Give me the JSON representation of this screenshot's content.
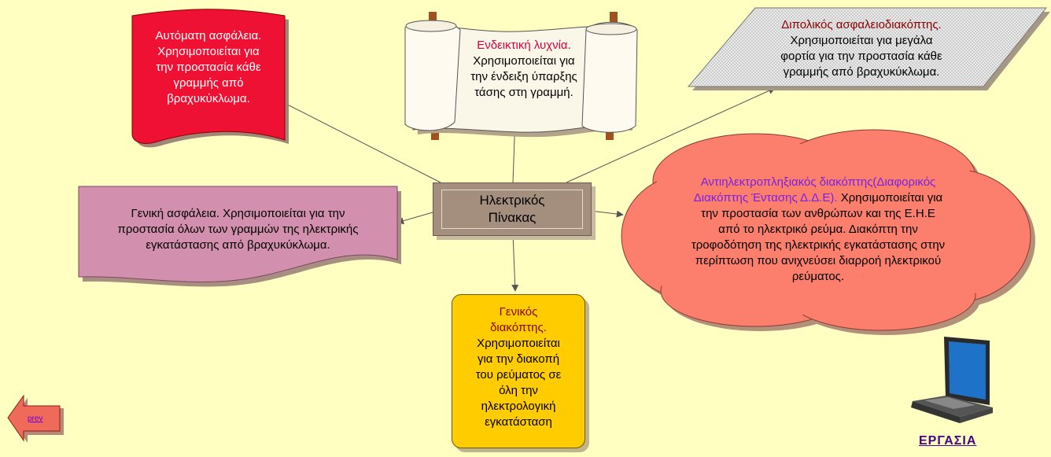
{
  "center": {
    "line1": "Ηλεκτρικός",
    "line2": "Πίνακας"
  },
  "nodes": {
    "automati": {
      "title": "Αυτόματη ασφάλεια.",
      "lines": [
        "Χρησιμοποιείται για",
        "την προστασία κάθε",
        "γραμμής από",
        "βραχυκύκλωμα."
      ]
    },
    "endeiktiki": {
      "title": "Ενδεικτική λυχνία.",
      "lines": [
        "Χρησιμοποιείται για",
        "την ένδειξη ύπαρξης",
        "τάσης στη γραμμή."
      ]
    },
    "dipolikos": {
      "title": "Διπολικός ασφαλειοδιακόπτης.",
      "lines": [
        "Χρησιμοποιείται για μεγάλα",
        "φορτία για την προστασία κάθε",
        "γραμμής από βραχυκύκλωμα."
      ]
    },
    "geniki": {
      "lines": [
        "Γενική ασφάλεια. Χρησιμοποιείται για την",
        "προστασία όλων των γραμμών της ηλεκτρικής",
        "εγκατάστασης από βραχυκύκλωμα."
      ]
    },
    "antilektro": {
      "title1": "Αντιηλεκτροπληξιακός διακόπτης(Διαφορικός",
      "title2": "Διακόπτης Έντασης Δ.Δ.Ε).",
      "rest2": " Χρησιμοποιείται για",
      "lines": [
        "την προστασία των ανθρώπων και της Ε.Η.Ε",
        "από το ηλεκτρικό ρεύμα. Διακόπτη την",
        "τροφοδότηση της ηλεκτρικής εγκατάστασης στην",
        "περίπτωση που ανιχνεύσει διαρροή ηλεκτρικού",
        "ρεύματος."
      ]
    },
    "genikos": {
      "title1": "Γενικός",
      "title2": "διακόπτης.",
      "lines": [
        "Χρησιμοποιείται",
        "για την διακοπή",
        "του ρεύματος σε",
        "όλη την",
        "ηλεκτρολογική",
        "εγκατάσταση"
      ]
    }
  },
  "nav": {
    "prev": "prev",
    "ergasia": "ΕΡΓΑΣΙΑ"
  },
  "colors": {
    "background": "#ffffc2",
    "center": "#a48e7e",
    "automati": "#ee1133",
    "dipolikos": "#e4e4e4",
    "geniki": "#d38fae",
    "antilektro": "#fb7f6c",
    "genikos": "#ffcc00",
    "scroll": "#fbf7e8",
    "arrow_prev": "#f06a5a"
  }
}
